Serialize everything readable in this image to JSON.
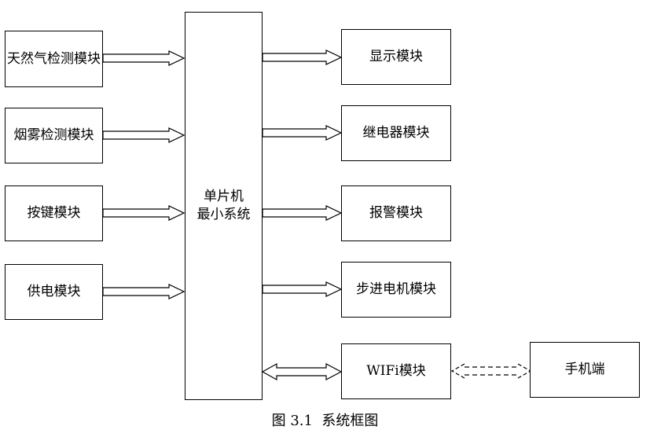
{
  "inputs": [
    {
      "label": "天然气检测模块"
    },
    {
      "label": "烟雾检测模块"
    },
    {
      "label": "按键模块"
    },
    {
      "label": "供电模块"
    }
  ],
  "mcu": {
    "line1": "单片机",
    "line2": "最小系统"
  },
  "outputs": [
    {
      "label": "显示模块"
    },
    {
      "label": "继电器模块"
    },
    {
      "label": "报警模块"
    },
    {
      "label": "步进电机模块"
    },
    {
      "label": "WIFi模块"
    }
  ],
  "phone": {
    "label": "手机端"
  },
  "caption": {
    "number": "图 3.1",
    "title": "系统框图"
  }
}
